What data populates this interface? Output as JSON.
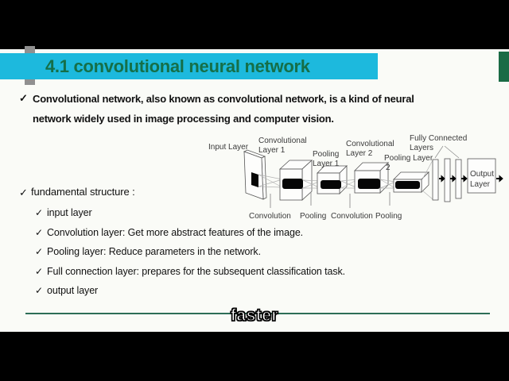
{
  "glyphs": {
    "check": "✓"
  },
  "title": {
    "text": "4.1 convolutional neural network"
  },
  "intro": {
    "line1": "Convolutional network, also known as convolutional network, is a kind of neural",
    "line2": "network widely used in image processing and computer vision."
  },
  "structure": {
    "heading": "fundamental structure :",
    "items": [
      "input layer",
      "Convolution layer: Get more abstract features of the image.",
      "Pooling layer: Reduce parameters in the network.",
      "Full connection layer: prepares for the subsequent classification task.",
      "output layer"
    ]
  },
  "diagram": {
    "input_layer": "Input Layer",
    "conv1_line1": "Convolutional",
    "conv1_line2": "Layer 1",
    "pool1_line1": "Pooling",
    "pool1_line2": "Layer 1",
    "conv2_line1": "Convolutional",
    "conv2_line2": "Layer 2",
    "pool2_line1": "Pooling Layer",
    "pool2_line2": "2",
    "fc_line1": "Fully Connected",
    "fc_line2": "Layers",
    "output_line1": "Output",
    "output_line2": "Layer",
    "op_conv1": "Convolution",
    "op_pool1": "Pooling",
    "op_conv2": "Convolution",
    "op_pool2": "Pooling"
  },
  "caption": {
    "text": "faster"
  },
  "colors": {
    "title_bar": "#1db9dd",
    "title_text": "#156f48",
    "accent_square": "#1a6b45",
    "gray_bar": "#909090",
    "divider": "#2d6e57",
    "slide_bg": "#fafbf7",
    "letterbox": "#000000"
  }
}
